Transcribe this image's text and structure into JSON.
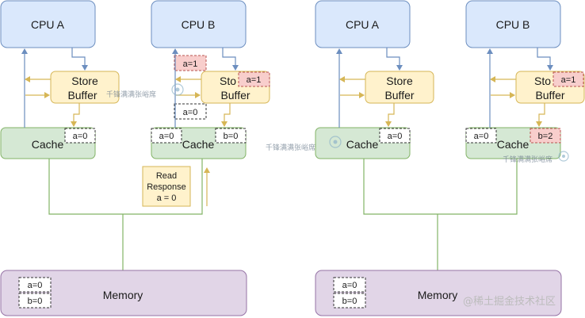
{
  "left": {
    "cpu_a": {
      "label": "CPU A"
    },
    "cpu_b": {
      "label": "CPU B"
    },
    "store_buffer_a": {
      "label_line1": "Store",
      "label_line2": "Buffer"
    },
    "store_buffer_b": {
      "label_line1": "Sto",
      "label_line2": "Buffer",
      "entry": "a=1"
    },
    "floating_entry_b": "a=1",
    "pending_entry_b": "a=0",
    "cache_a": {
      "label": "Cache",
      "entry": "a=0"
    },
    "cache_b": {
      "label": "Cache",
      "entry_left": "a=0",
      "entry_right": "b=0"
    },
    "read_response": {
      "line1": "Read",
      "line2": "Response",
      "line3": "a = 0"
    },
    "memory": {
      "label": "Memory",
      "entries": [
        "a=0",
        "b=0"
      ]
    }
  },
  "right": {
    "cpu_a": {
      "label": "CPU A"
    },
    "cpu_b": {
      "label": "CPU B"
    },
    "store_buffer_a": {
      "label_line1": "Store",
      "label_line2": "Buffer"
    },
    "store_buffer_b": {
      "label_line1": "Sto",
      "label_line2": "Buffer",
      "entry": "a=1"
    },
    "cache_a": {
      "label": "Cache",
      "entry": "a=0"
    },
    "cache_b": {
      "label": "Cache",
      "entry_left": "a=0",
      "entry_right": "b=2"
    },
    "memory": {
      "label": "Memory",
      "entries": [
        "a=0",
        "b=0"
      ]
    }
  },
  "watermark": "千锋满满张峪席",
  "credit": "@稀土掘金技术社区",
  "colors": {
    "cpu_fill": "#dae8fc",
    "cpu_stroke": "#6c8ebf",
    "buffer_fill": "#fff2cc",
    "buffer_stroke": "#d6b656",
    "cache_fill": "#d5e8d4",
    "cache_stroke": "#82b366",
    "memory_fill": "#e1d5e7",
    "memory_stroke": "#9673a6",
    "highlight_fill": "#f8cecc",
    "highlight_stroke": "#b85450",
    "arrow_blue": "#6c8ebf",
    "arrow_gold": "#d6b656",
    "bus_green": "#82b366"
  }
}
